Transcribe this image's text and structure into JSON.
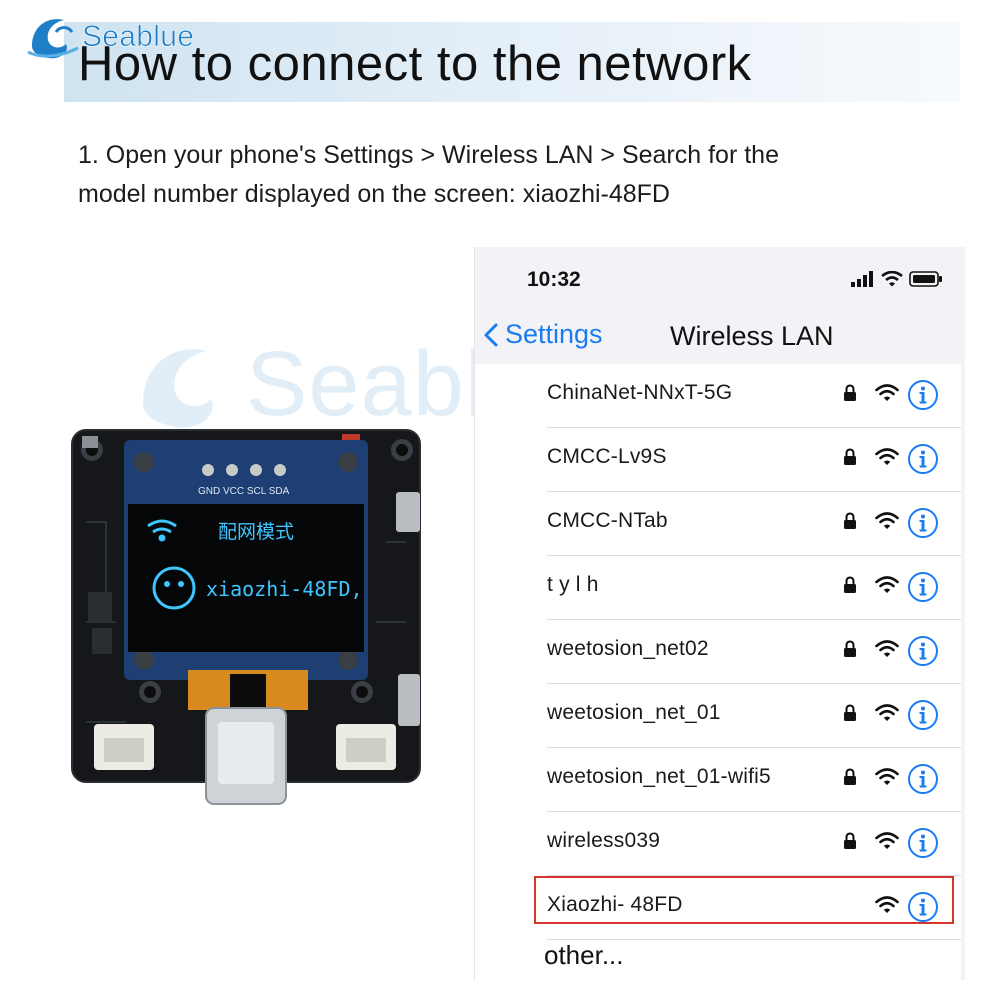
{
  "brand": {
    "name": "Seablue",
    "watermark": "Seablue"
  },
  "header": {
    "title": "How to connect to the network"
  },
  "instruction": {
    "line1": "1. Open your phone's Settings > Wireless LAN > Search for the",
    "line2": "model number displayed on the screen: xiaozhi-48FD"
  },
  "device": {
    "pin_labels": "GND VCC SCL SDA",
    "screen_title": "配网模式",
    "screen_ssid": "xiaozhi-48FD,"
  },
  "phone": {
    "time": "10:32",
    "back_label": "Settings",
    "title": "Wireless LAN",
    "networks": [
      {
        "name": "ChinaNet-NNxT-5G",
        "locked": true
      },
      {
        "name": "CMCC-Lv9S",
        "locked": true
      },
      {
        "name": "CMCC-NTab",
        "locked": true
      },
      {
        "name": "t y l h",
        "locked": true
      },
      {
        "name": "weetosion_net02",
        "locked": true
      },
      {
        "name": "weetosion_net_01",
        "locked": true
      },
      {
        "name": "weetosion_net_01-wifi5",
        "locked": true
      },
      {
        "name": "wireless039",
        "locked": true
      },
      {
        "name": "Xiaozhi- 48FD",
        "locked": false
      }
    ],
    "other_label": "other...",
    "colors": {
      "accent": "#1a7cf0",
      "highlight": "#d8342f"
    }
  }
}
